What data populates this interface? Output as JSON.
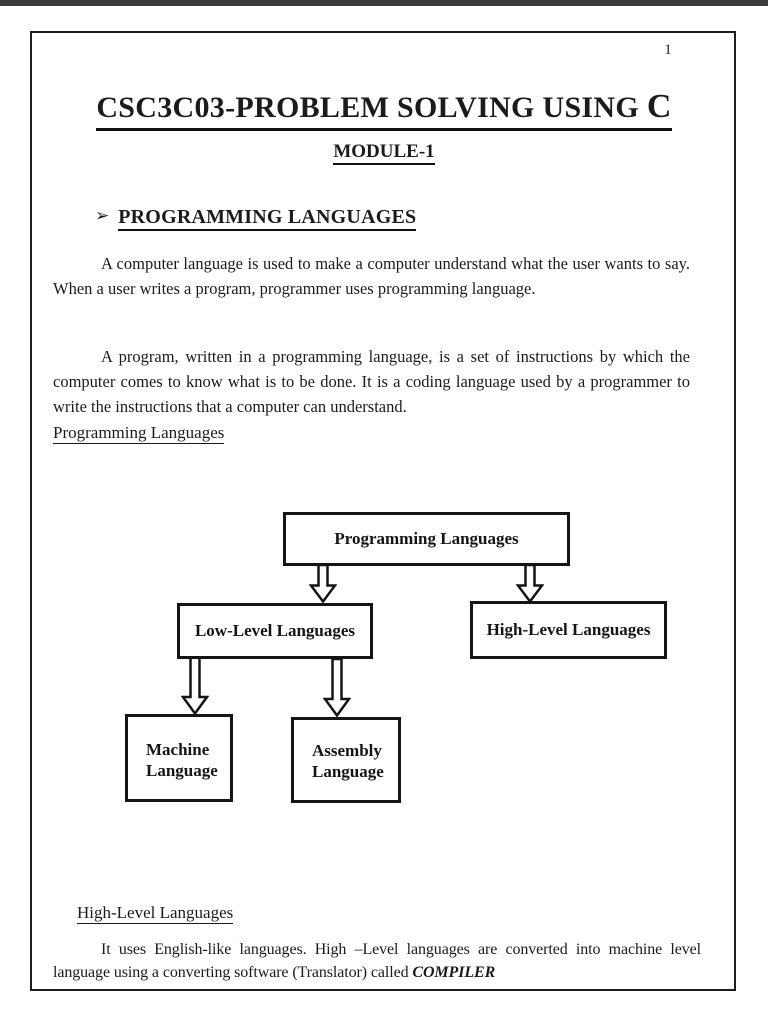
{
  "page": {
    "number": "1",
    "title_main": "CSC3C03-PROBLEM SOLVING USING ",
    "title_terminal": "C",
    "module": "MODULE-1"
  },
  "intro": {
    "bullet": "➢",
    "heading": "PROGRAMMING LANGUAGES",
    "paragraphs": [
      "A computer language is used to make a computer understand what the user wants to say. When a user writes a program, programmer uses programming language.",
      "A program, written in a programming language, is a set of instructions by which the computer comes to know what is to be done. It is a coding language used by a programmer to write the instructions that a computer can understand."
    ],
    "diagram_caption": "Programming Languages"
  },
  "diagram": {
    "root_label": "Programming Languages",
    "low_level_label": "Low-Level Languages",
    "high_level_label": "High-Level Languages",
    "machine_label": "Machine Language",
    "assembly_label": "Assembly Language"
  },
  "high_level_section": {
    "heading": "High-Level Languages",
    "paragraph_text": "It uses English-like languages. High –Level languages are converted into machine level language using a converting software (Translator) called ",
    "paragraph_emphasis": "COMPILER"
  },
  "colors": {
    "page_background": "#ffffff",
    "text": "#1b1b1b",
    "border": "#1a1a1a",
    "top_band": "#3b3b3b"
  }
}
